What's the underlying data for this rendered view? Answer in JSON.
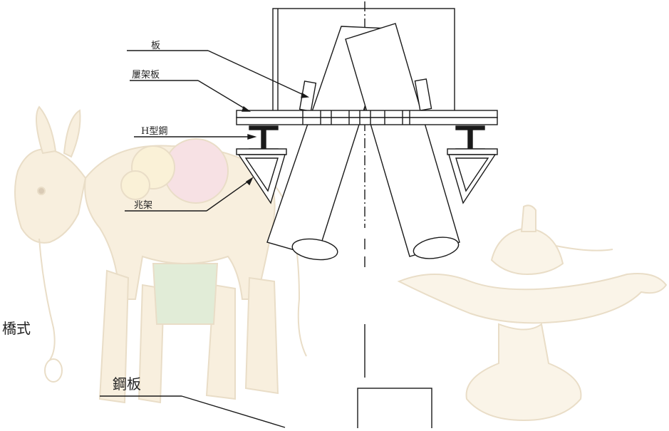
{
  "labels": {
    "plate": "板",
    "roof_frame_plate": "屢架板",
    "h_steel": "H型鋼",
    "support_frame": "兆架",
    "bridge_type": "橋式",
    "steel_plate": "鋼板"
  },
  "colors": {
    "ink": "#1a1a1a",
    "sketch_fill": "#f3e3c4",
    "sketch_line": "#d8c29a",
    "sketch_pink": "#f2c9cf",
    "sketch_green": "#c9ddb8"
  },
  "background_art": [
    "donkey-sketch",
    "oil-lamp-sketch"
  ]
}
